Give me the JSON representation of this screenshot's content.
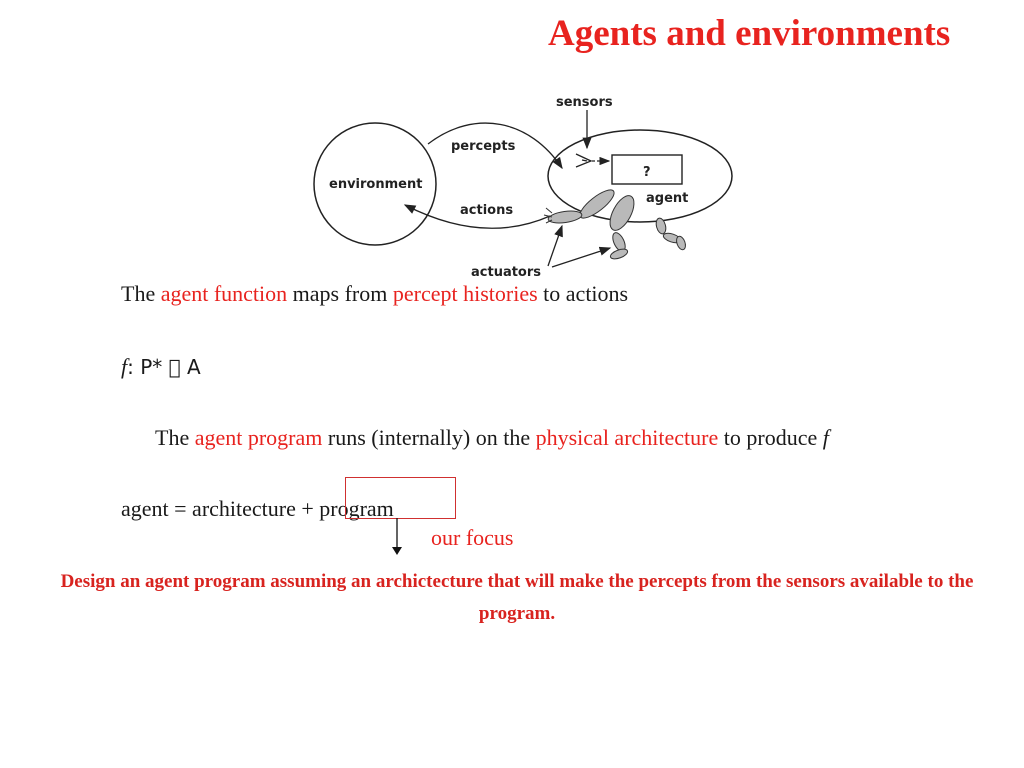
{
  "slide": {
    "title": "Agents and environments",
    "diagram": {
      "labels": {
        "sensors": "sensors",
        "percepts": "percepts",
        "environment": "environment",
        "actions": "actions",
        "agent": "agent",
        "unknown": "?",
        "actuators": "actuators"
      }
    },
    "line1": {
      "t1": "The ",
      "t2": "agent function",
      "t3": " maps from ",
      "t4": "percept histories",
      "t5": " to actions"
    },
    "line2": {
      "f": "f",
      "rest": ": P*  A"
    },
    "line3": {
      "t1": "The ",
      "t2": "agent program",
      "t3": " runs (internally) on the ",
      "t4": "physical architecture",
      "t5": " to produce ",
      "t6": "f"
    },
    "line4": "agent = architecture + program",
    "focus_label": "our focus",
    "design_note": "Design an agent program assuming an archictecture that will make the percepts from the sensors available to the program."
  }
}
